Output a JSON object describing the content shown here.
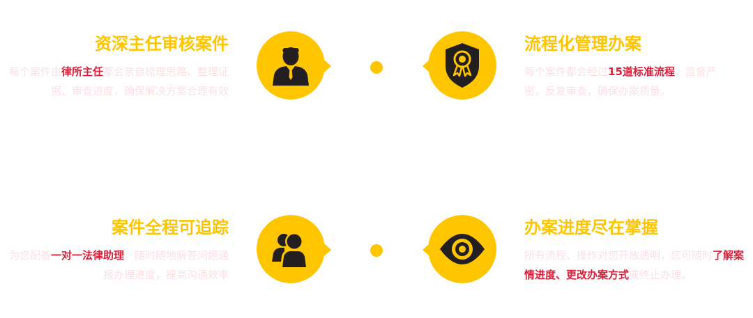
{
  "features": [
    {
      "title": "资深主任审核案件",
      "desc_before": "每个案件由",
      "desc_highlight": "律所主任",
      "desc_after": "都会亲自梳理思路、整理证据、审查进度，确保解决方案合理有效",
      "icon": "lawyer-icon"
    },
    {
      "title": "流程化管理办案",
      "desc_before": "每个案件都会经过",
      "desc_highlight": "15道标准流程",
      "desc_after": "，监督严密，反复审查，确保办案质量。",
      "icon": "badge-shield-icon"
    },
    {
      "title": "案件全程可追踪",
      "desc_before": "为您配备",
      "desc_highlight": "一对一法律助理",
      "desc_after": "，随时随地解答问题通报办理进度，提高沟通效率",
      "icon": "users-icon"
    },
    {
      "title": "办案进度尽在掌握",
      "desc_before": "所有流程、操作对您开放透明，您可随时",
      "desc_highlight": "了解案情进度、更改办案方式",
      "desc_after": "或终止办理。",
      "icon": "eye-icon"
    }
  ],
  "colors": {
    "accent": "#ffc600",
    "highlight": "#d8203b",
    "faded_text": "#fbe0e4",
    "icon": "#231f20"
  }
}
